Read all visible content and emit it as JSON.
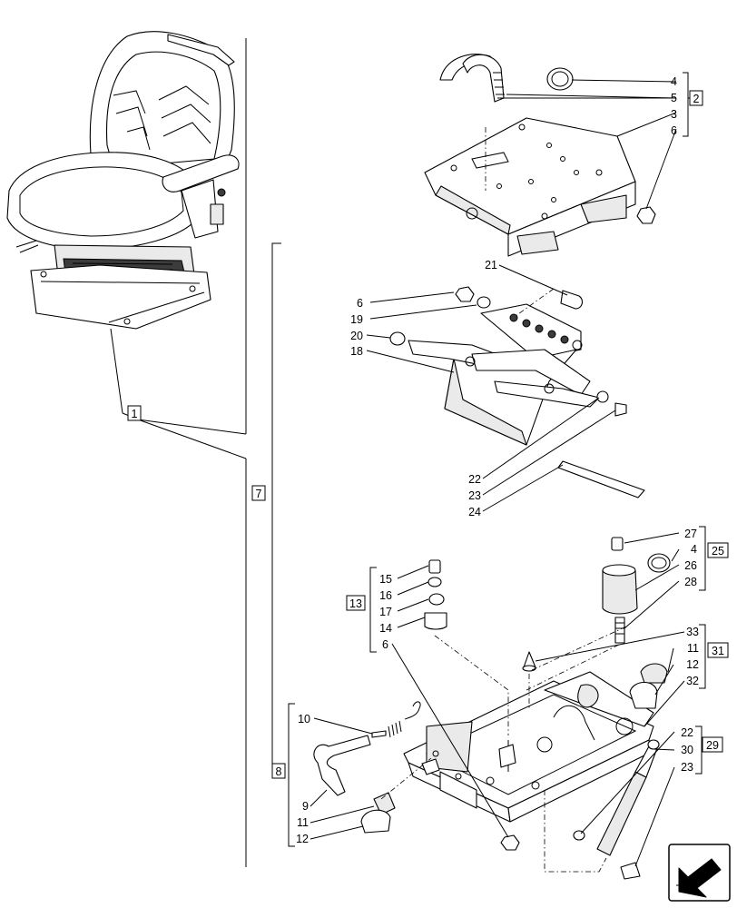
{
  "callouts": [
    {
      "id": "c4a",
      "text": "4"
    },
    {
      "id": "c5",
      "text": "5"
    },
    {
      "id": "c3",
      "text": "3"
    },
    {
      "id": "c6a",
      "text": "6"
    },
    {
      "id": "c21",
      "text": "21"
    },
    {
      "id": "c6b",
      "text": "6"
    },
    {
      "id": "c19",
      "text": "19"
    },
    {
      "id": "c20",
      "text": "20"
    },
    {
      "id": "c18",
      "text": "18"
    },
    {
      "id": "c22a",
      "text": "22"
    },
    {
      "id": "c23a",
      "text": "23"
    },
    {
      "id": "c24",
      "text": "24"
    },
    {
      "id": "c27",
      "text": "27"
    },
    {
      "id": "c4b",
      "text": "4"
    },
    {
      "id": "c26",
      "text": "26"
    },
    {
      "id": "c28",
      "text": "28"
    },
    {
      "id": "c15",
      "text": "15"
    },
    {
      "id": "c16",
      "text": "16"
    },
    {
      "id": "c17",
      "text": "17"
    },
    {
      "id": "c14",
      "text": "14"
    },
    {
      "id": "c6c",
      "text": "6"
    },
    {
      "id": "c33",
      "text": "33"
    },
    {
      "id": "c11a",
      "text": "11"
    },
    {
      "id": "c12a",
      "text": "12"
    },
    {
      "id": "c32",
      "text": "32"
    },
    {
      "id": "c10",
      "text": "10"
    },
    {
      "id": "c22b",
      "text": "22"
    },
    {
      "id": "c30",
      "text": "30"
    },
    {
      "id": "c23b",
      "text": "23"
    },
    {
      "id": "c9",
      "text": "9"
    },
    {
      "id": "c11b",
      "text": "11"
    },
    {
      "id": "c12b",
      "text": "12"
    }
  ],
  "assembly_boxes": [
    {
      "id": "b1",
      "text": "1"
    },
    {
      "id": "b2",
      "text": "2"
    },
    {
      "id": "b7",
      "text": "7"
    },
    {
      "id": "b8",
      "text": "8"
    },
    {
      "id": "b13",
      "text": "13"
    },
    {
      "id": "b25",
      "text": "25"
    },
    {
      "id": "b29",
      "text": "29"
    },
    {
      "id": "b31",
      "text": "31"
    }
  ],
  "icons": {
    "seat": "seat-assembly-illustration",
    "navigation": "arrow-navigation-icon"
  },
  "colors": {
    "line": "#000000",
    "background": "#ffffff",
    "shade": "#3c3c3c"
  }
}
